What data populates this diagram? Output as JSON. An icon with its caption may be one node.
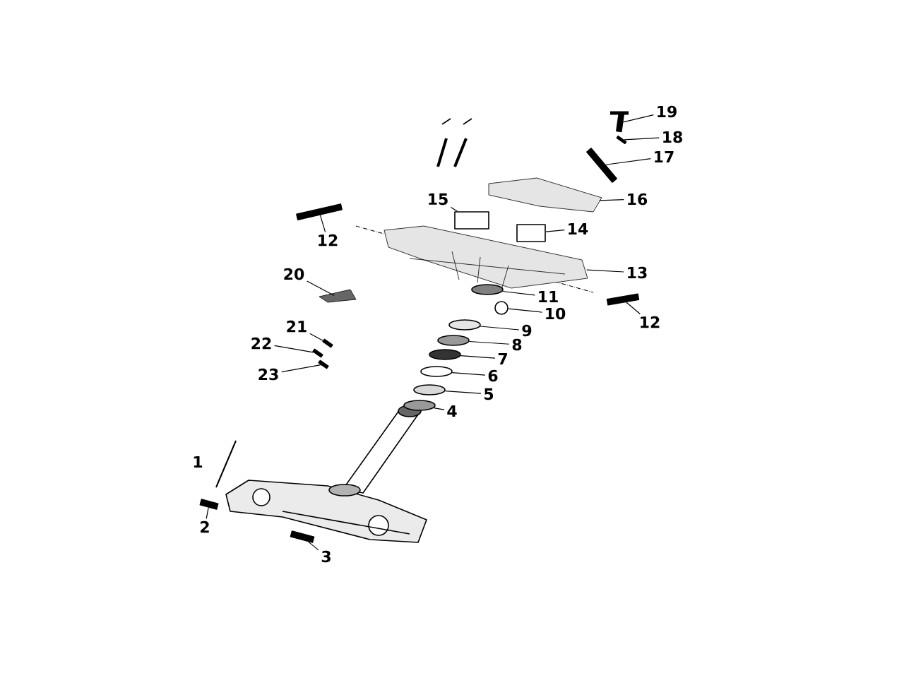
{
  "diagram": {
    "nodes": [
      {
        "text": [
          "2"
        ]
      },
      {
        "text": [
          "3"
        ]
      },
      {
        "text": [
          "4"
        ]
      },
      {
        "text": [
          "5"
        ]
      },
      {
        "text": [
          "6"
        ]
      },
      {
        "text": [
          "7"
        ]
      },
      {
        "text": [
          "8"
        ]
      },
      {
        "text": [
          "9"
        ]
      },
      {
        "text": [
          "10"
        ]
      },
      {
        "text": [
          "11"
        ]
      },
      {
        "text": [
          "12"
        ]
      },
      {
        "text": [
          "12"
        ]
      },
      {
        "text": [
          "13"
        ]
      },
      {
        "text": [
          "14"
        ]
      },
      {
        "text": [
          "15"
        ]
      },
      {
        "text": [
          "16"
        ]
      },
      {
        "text": [
          "17"
        ]
      },
      {
        "text": [
          "18"
        ]
      },
      {
        "text": [
          "19"
        ]
      },
      {
        "text": [
          "20"
        ]
      },
      {
        "text": [
          "21"
        ]
      },
      {
        "text": [
          "22"
        ]
      },
      {
        "text": [
          "23"
        ]
      },
      {
        "text": [],
        "shape": "bar"
      },
      {
        "text": [],
        "shape": "bar"
      },
      {
        "text": [],
        "shape": "circle"
      },
      {
        "text": [],
        "shape": "circle"
      },
      {
        "text": [],
        "shape": "circle"
      },
      {
        "text": [],
        "shape": "circle"
      },
      {
        "text": [],
        "shape": "circle"
      },
      {
        "text": [],
        "shape": "circle"
      },
      {
        "text": [],
        "shape": "circle"
      },
      {
        "text": [],
        "shape": "circle"
      },
      {
        "text": [],
        "shape": "bar"
      },
      {
        "text": [],
        "shape": "bar"
      },
      {
        "text": [],
        "shape": "picture"
      },
      {
        "text": [],
        "shape": "box"
      },
      {
        "text": [],
        "shape": "box"
      },
      {
        "text": [],
        "shape": "picture"
      },
      {
        "text": [],
        "shape": "bar"
      },
      {
        "text": [],
        "shape": "bar"
      },
      {
        "text": [],
        "shape": "picture"
      },
      {
        "text": [],
        "shape": "picture"
      },
      {
        "text": [],
        "shape": "bar"
      },
      {
        "text": [],
        "shape": "bar"
      },
      {
        "text": [],
        "shape": "bar"
      }
    ],
    "edges": [
      {
        "from": 0,
        "to": 23,
        "arrow": "none"
      },
      {
        "from": 1,
        "to": 24,
        "arrow": "none"
      },
      {
        "from": 2,
        "to": 25,
        "arrow": "none"
      },
      {
        "from": 3,
        "to": 26,
        "arrow": "none"
      },
      {
        "from": 4,
        "to": 27,
        "arrow": "none"
      },
      {
        "from": 5,
        "to": 28,
        "arrow": "none"
      },
      {
        "from": 6,
        "to": 29,
        "arrow": "none"
      },
      {
        "from": 7,
        "to": 30,
        "arrow": "none"
      },
      {
        "from": 8,
        "to": 31,
        "arrow": "none"
      },
      {
        "from": 9,
        "to": 32,
        "arrow": "none"
      },
      {
        "from": 10,
        "to": 33,
        "arrow": "none"
      },
      {
        "from": 11,
        "to": 34,
        "arrow": "none"
      },
      {
        "from": 12,
        "to": 35,
        "arrow": "none"
      },
      {
        "from": 13,
        "to": 36,
        "arrow": "none"
      },
      {
        "from": 14,
        "to": 37,
        "arrow": "none"
      },
      {
        "from": 15,
        "to": 38,
        "arrow": "none"
      },
      {
        "from": 16,
        "to": 39,
        "arrow": "none"
      },
      {
        "from": 17,
        "to": 40,
        "arrow": "none"
      },
      {
        "from": 18,
        "to": 41,
        "arrow": "none"
      },
      {
        "from": 19,
        "to": 42,
        "arrow": "none"
      },
      {
        "from": 20,
        "to": 43,
        "arrow": "none"
      },
      {
        "from": 21,
        "to": 44,
        "arrow": "none"
      },
      {
        "from": 22,
        "to": 45,
        "arrow": "none"
      }
    ],
    "labels": [
      "1"
    ]
  }
}
